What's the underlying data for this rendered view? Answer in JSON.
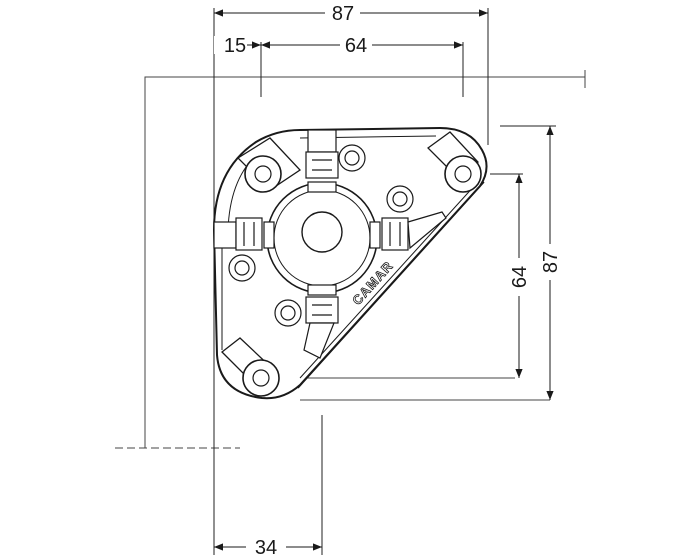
{
  "diagram": {
    "brand": "CAMAR",
    "dimensions": {
      "overall_width": "87",
      "offset_left": "15",
      "hole_spacing_horizontal": "64",
      "hole_spacing_vertical": "64",
      "overall_height": "87",
      "bottom_offset": "34"
    }
  }
}
